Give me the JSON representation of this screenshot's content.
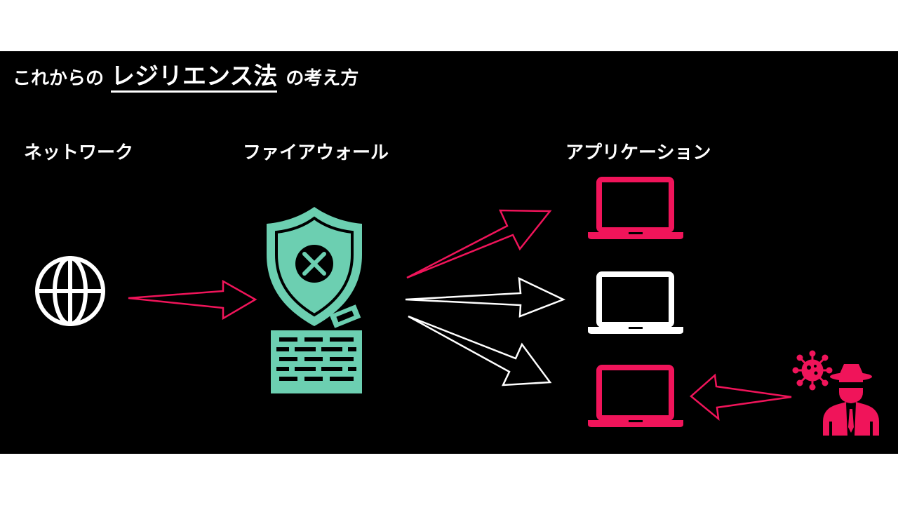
{
  "title": {
    "prefix": "これからの",
    "emphasis": "レジリエンス法",
    "suffix": "の考え方"
  },
  "labels": {
    "network": "ネットワーク",
    "firewall": "ファイアウォール",
    "application": "アプリケーション"
  },
  "colors": {
    "background": "#000000",
    "accent": "#f0145a",
    "shield": "#6ccfb1",
    "text": "#ffffff"
  },
  "icons": {
    "network": "globe-icon",
    "firewall": "shield-x-icon",
    "wall": "brick-wall-icon",
    "applications": [
      "laptop-icon",
      "laptop-icon",
      "laptop-icon"
    ],
    "attacker": "hacker-icon",
    "virus": "virus-icon"
  }
}
